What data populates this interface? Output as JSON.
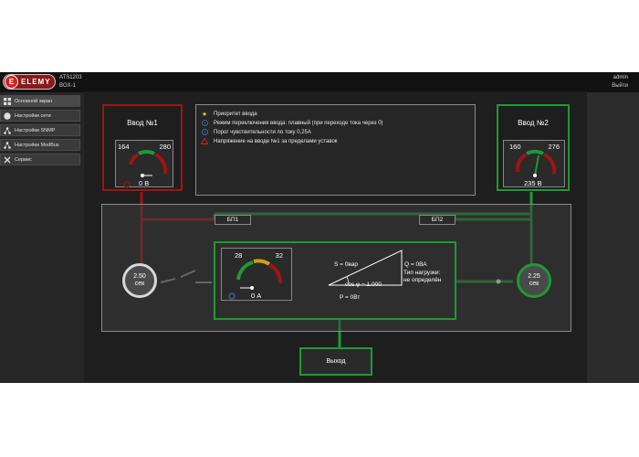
{
  "header": {
    "logo_text": "ELEMY",
    "device_model": "ATS1203",
    "device_name": "BOX-1",
    "user": "admin",
    "logout": "Выйти"
  },
  "sidebar": {
    "items": [
      {
        "label": "Основной экран",
        "icon": "grid-icon"
      },
      {
        "label": "Настройки сети",
        "icon": "globe-icon"
      },
      {
        "label": "Настройки SNMP",
        "icon": "network-icon"
      },
      {
        "label": "Настройки ModBus",
        "icon": "network-icon"
      },
      {
        "label": "Сервис",
        "icon": "tools-icon"
      }
    ]
  },
  "input1": {
    "title": "Ввод №1",
    "gauge_min": "164",
    "gauge_max": "280",
    "value": "0 В",
    "color": "#a01414"
  },
  "input2": {
    "title": "Ввод №2",
    "gauge_min": "160",
    "gauge_max": "276",
    "value": "235 В",
    "color": "#1e9a32"
  },
  "info": {
    "lines": [
      {
        "icon": "star-icon",
        "text": "Приоритет ввода"
      },
      {
        "icon": "info-icon",
        "text": "Режим переключения ввода: плавный (при переходе тока через 0)"
      },
      {
        "icon": "info-icon",
        "text": "Порог чувствительности по току 0,25А"
      },
      {
        "icon": "warning-icon",
        "text": "Напряжение на вводе №1 за пределами уставок"
      }
    ]
  },
  "bp1": "БП1",
  "bp2": "БП2",
  "timer1": {
    "value": "2.50",
    "unit": "сек"
  },
  "timer2": {
    "value": "2.25",
    "unit": "сек"
  },
  "current_gauge": {
    "min": "28",
    "max": "32",
    "value": "0 А"
  },
  "power": {
    "s": "S = 0вар",
    "q": "Q = 0ВА",
    "cos": "cos φ = 1.000",
    "p": "P = 0Вт",
    "load_type_label": "Тип нагрузки:",
    "load_type_value": "не определён"
  },
  "output": "Выход"
}
